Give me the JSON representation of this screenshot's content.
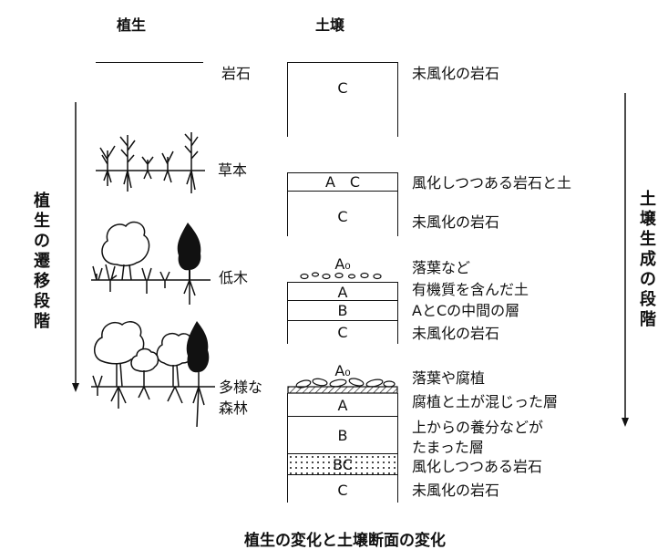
{
  "headers": {
    "vegetation": "植生",
    "soil": "土壌"
  },
  "left_arrow_label": [
    "植",
    "生",
    "の",
    "遷",
    "移",
    "段",
    "階"
  ],
  "right_arrow_label": [
    "土",
    "壌",
    "生",
    "成",
    "の",
    "段",
    "階"
  ],
  "stages": {
    "rock": "岩石",
    "herb": "草本",
    "shrub": "低木",
    "forest_line1": "多様な",
    "forest_line2": "森林"
  },
  "profiles": {
    "rock": {
      "layers": [
        "C"
      ],
      "descs": [
        "未風化の岩石"
      ]
    },
    "herb": {
      "layers": [
        "A　C",
        "C"
      ],
      "descs": [
        "風化しつつある岩石と土",
        "未風化の岩石"
      ]
    },
    "shrub": {
      "layers": [
        "A₀",
        "A",
        "B",
        "C"
      ],
      "descs": [
        "落葉など",
        "有機質を含んだ土",
        "AとCの中間の層",
        "未風化の岩石"
      ]
    },
    "forest": {
      "layers": [
        "A₀",
        "A",
        "B",
        "BC",
        "C"
      ],
      "descs": [
        "落葉や腐植",
        "腐植と土が混じった層",
        "上からの養分などが",
        "たまった層",
        "風化しつつある岩石",
        "未風化の岩石"
      ]
    }
  },
  "caption": "植生の変化と土壌断面の変化"
}
